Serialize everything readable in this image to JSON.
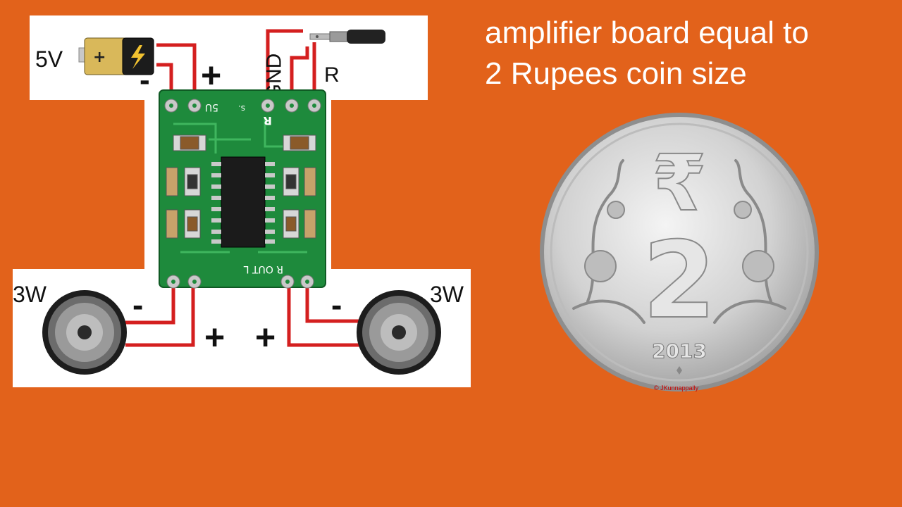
{
  "headline": {
    "line1": "amplifier board equal to",
    "line2": "2 Rupees coin size"
  },
  "power": {
    "voltage_label": "5V",
    "minus_label": "-",
    "plus_label": "+"
  },
  "audio_input": {
    "gnd_label": "GND",
    "right_label": "R"
  },
  "board": {
    "top_silk_5u": "5U",
    "top_silk_s": "s.",
    "top_silk_r": "R",
    "bottom_silk": "R OUT L"
  },
  "speakers": {
    "left_power": "3W",
    "right_power": "3W",
    "left_minus": "-",
    "left_plus": "+",
    "right_minus": "-",
    "right_plus": "+"
  },
  "coin": {
    "denomination": "2",
    "year": "2013",
    "currency_symbol": "₹",
    "credit": "© JKunnappally"
  },
  "colors": {
    "background": "#E2621B",
    "wire": "#D41F1F",
    "pcb": "#1E8A3C",
    "coin": "#D9D9D9"
  }
}
